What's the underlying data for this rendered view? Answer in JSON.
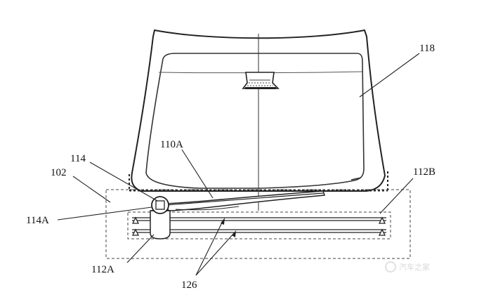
{
  "figure": {
    "labels": {
      "l118": "118",
      "l110A": "110A",
      "l114": "114",
      "l102": "102",
      "l112B": "112B",
      "l114A": "114A",
      "l112A": "112A",
      "l126": "126"
    },
    "watermark": "汽车之家"
  }
}
